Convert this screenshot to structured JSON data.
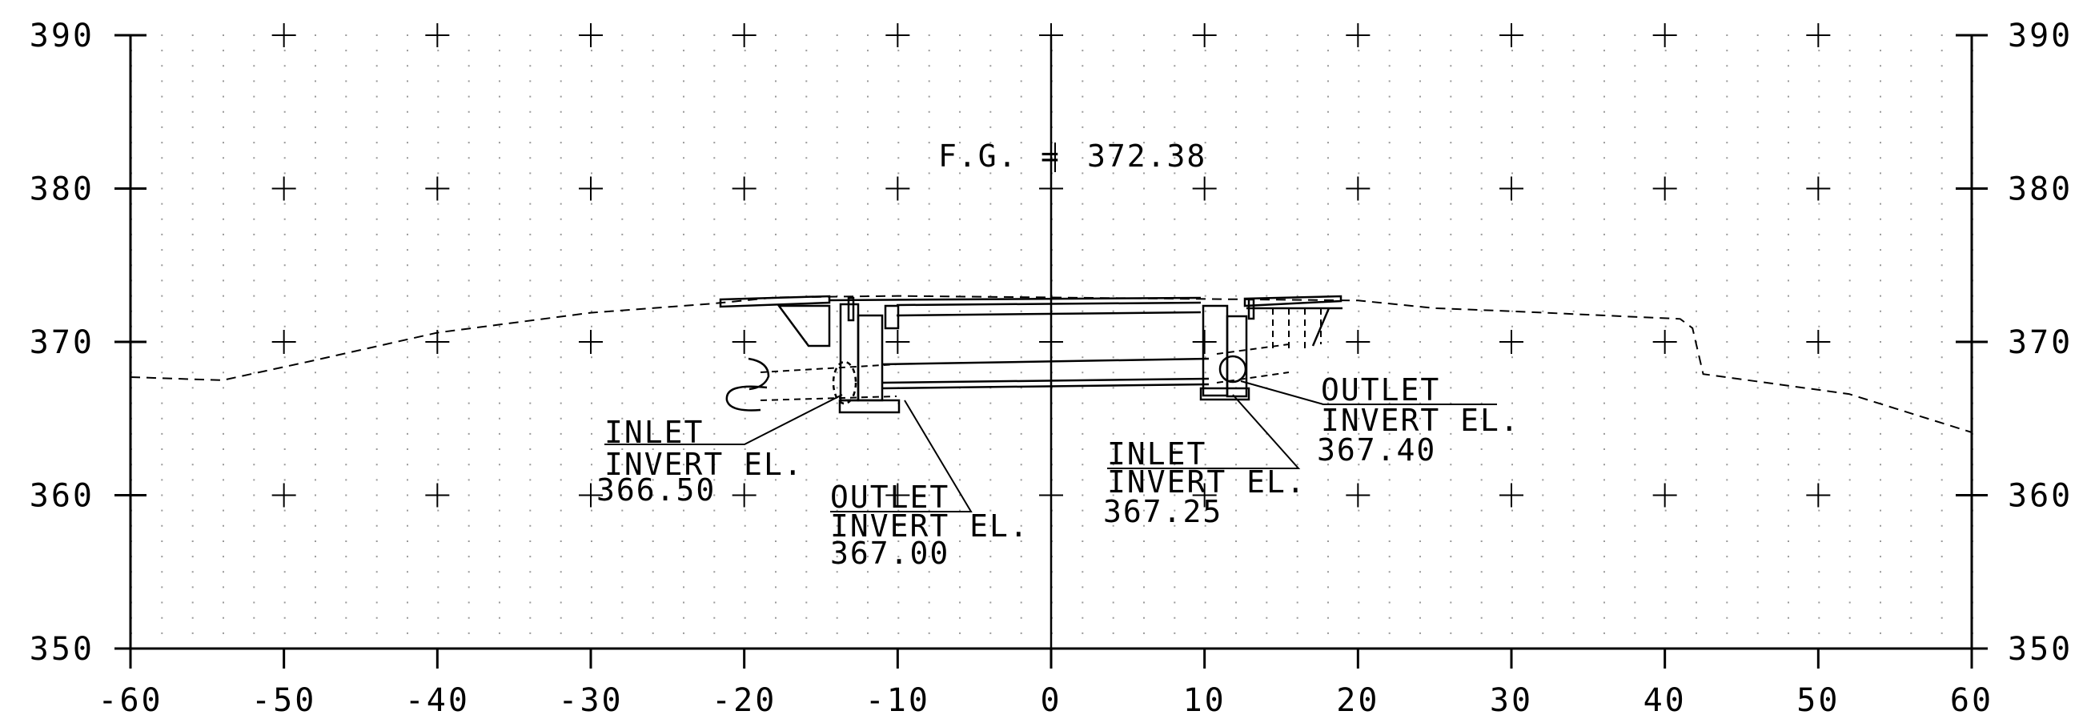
{
  "chart_data": {
    "type": "line",
    "title": "",
    "xlabel": "",
    "ylabel": "",
    "xlim": [
      -60,
      60
    ],
    "ylim": [
      350,
      390
    ],
    "x_ticks": [
      "-60",
      "-50",
      "-40",
      "-30",
      "-20",
      "-10",
      "0",
      "10",
      "20",
      "30",
      "40",
      "50",
      "60"
    ],
    "y_ticks_left": [
      "390",
      "380",
      "370",
      "360",
      "350"
    ],
    "y_ticks_right": [
      "390",
      "380",
      "370",
      "360",
      "350"
    ],
    "grid": "dotted",
    "series": [
      {
        "style": "dashed",
        "x": [
          -60,
          -54,
          -48,
          -40,
          -30,
          -22,
          -18,
          -10,
          0,
          10,
          20,
          25,
          30,
          41,
          41.8,
          42.5,
          52,
          60
        ],
        "y": [
          367.7,
          367.5,
          368.8,
          370.6,
          371.9,
          372.5,
          372.9,
          373.0,
          372.9,
          372.8,
          372.7,
          372.2,
          372.0,
          371.5,
          370.9,
          367.9,
          366.6,
          364.1
        ]
      }
    ]
  },
  "annotations": {
    "fg_label": "F.G.",
    "fg_equals": "=",
    "fg_value": "372.38",
    "inlet_left": {
      "line1": "INLET",
      "line2": "INVERT EL.",
      "value": "366.50"
    },
    "outlet_left": {
      "line1": "OUTLET",
      "line2": "INVERT EL.",
      "value": "367.00"
    },
    "inlet_right": {
      "line1": "INLET",
      "line2": "INVERT EL.",
      "value": "367.25"
    },
    "outlet_right": {
      "line1": "OUTLET",
      "line2": "INVERT EL.",
      "value": "367.40"
    }
  }
}
